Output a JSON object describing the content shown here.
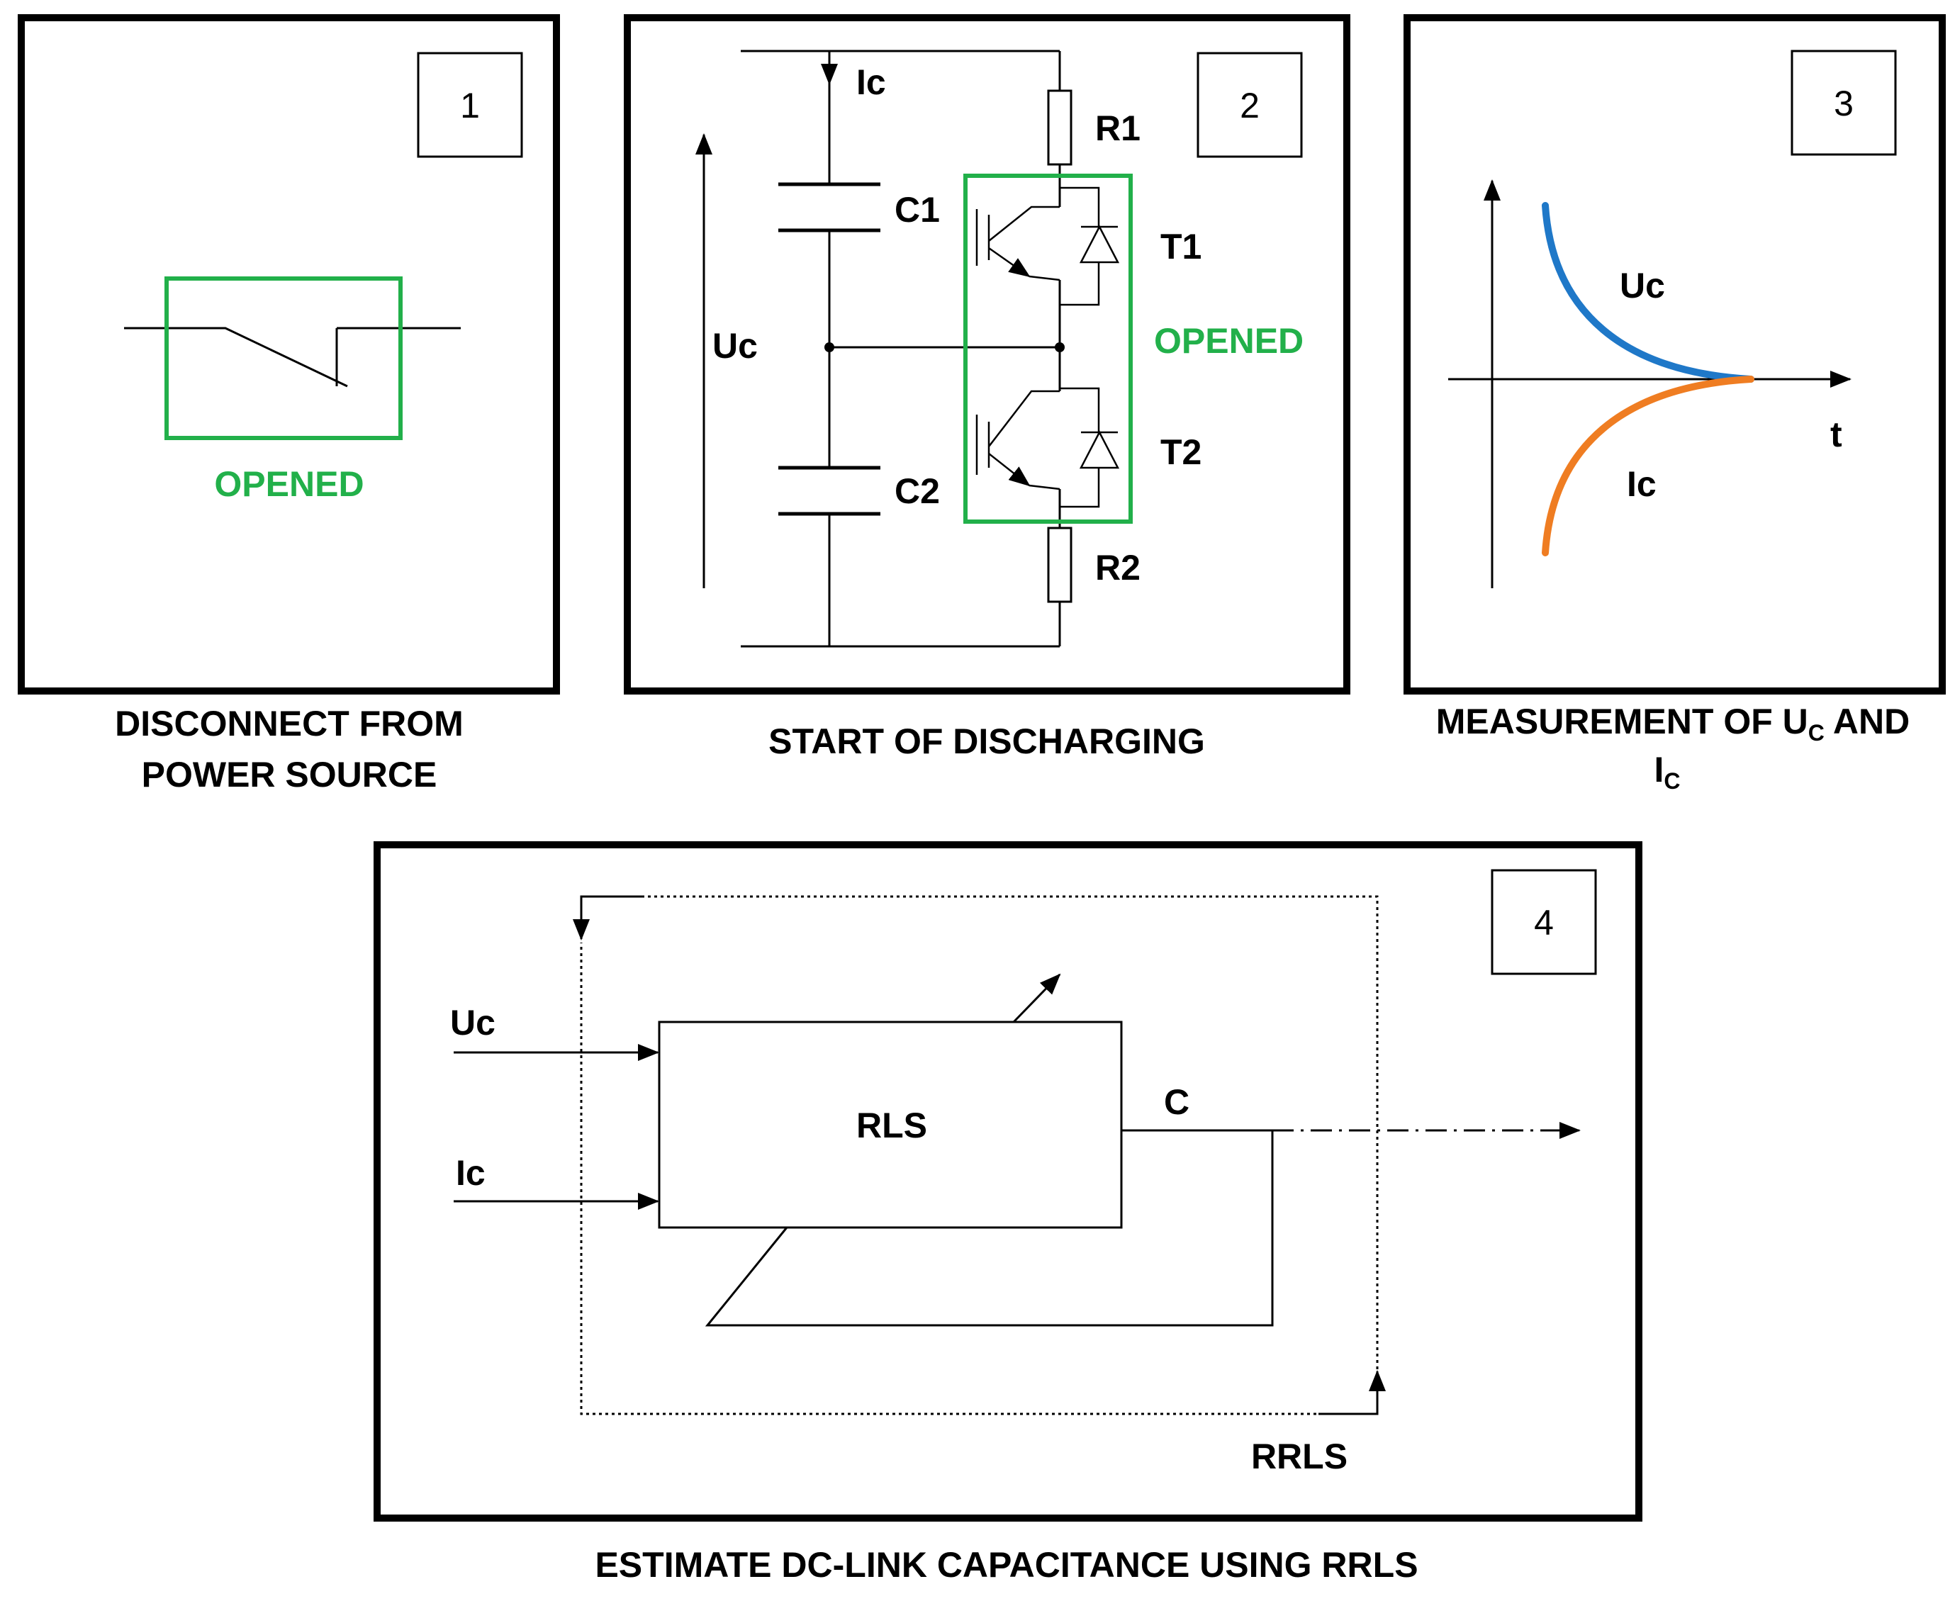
{
  "colors": {
    "green": "#22b04a",
    "uc_curve": "#1f78c8",
    "ic_curve": "#ef7d22",
    "line": "#000000"
  },
  "panel1": {
    "number": "1",
    "switch_state": "OPENED",
    "caption_line1": "DISCONNECT FROM",
    "caption_line2": "POWER SOURCE"
  },
  "panel2": {
    "number": "2",
    "label_ic": "Ic",
    "label_uc": "Uc",
    "label_r1": "R1",
    "label_r2": "R2",
    "label_c1": "C1",
    "label_c2": "C2",
    "label_t1": "T1",
    "label_t2": "T2",
    "state": "OPENED",
    "caption": "START OF DISCHARGING"
  },
  "panel3": {
    "number": "3",
    "curve_uc": "Uc",
    "curve_ic": "Ic",
    "axis_t": "t",
    "caption_main": "MEASUREMENT OF U",
    "caption_sub1": "C",
    "caption_and": " AND",
    "caption_line2": "I",
    "caption_sub2": "C"
  },
  "panel4": {
    "number": "4",
    "input_uc": "Uc",
    "input_ic": "Ic",
    "block": "RLS",
    "output": "C",
    "loop_label": "RRLS",
    "caption": "ESTIMATE DC-LINK CAPACITANCE USING RRLS"
  }
}
